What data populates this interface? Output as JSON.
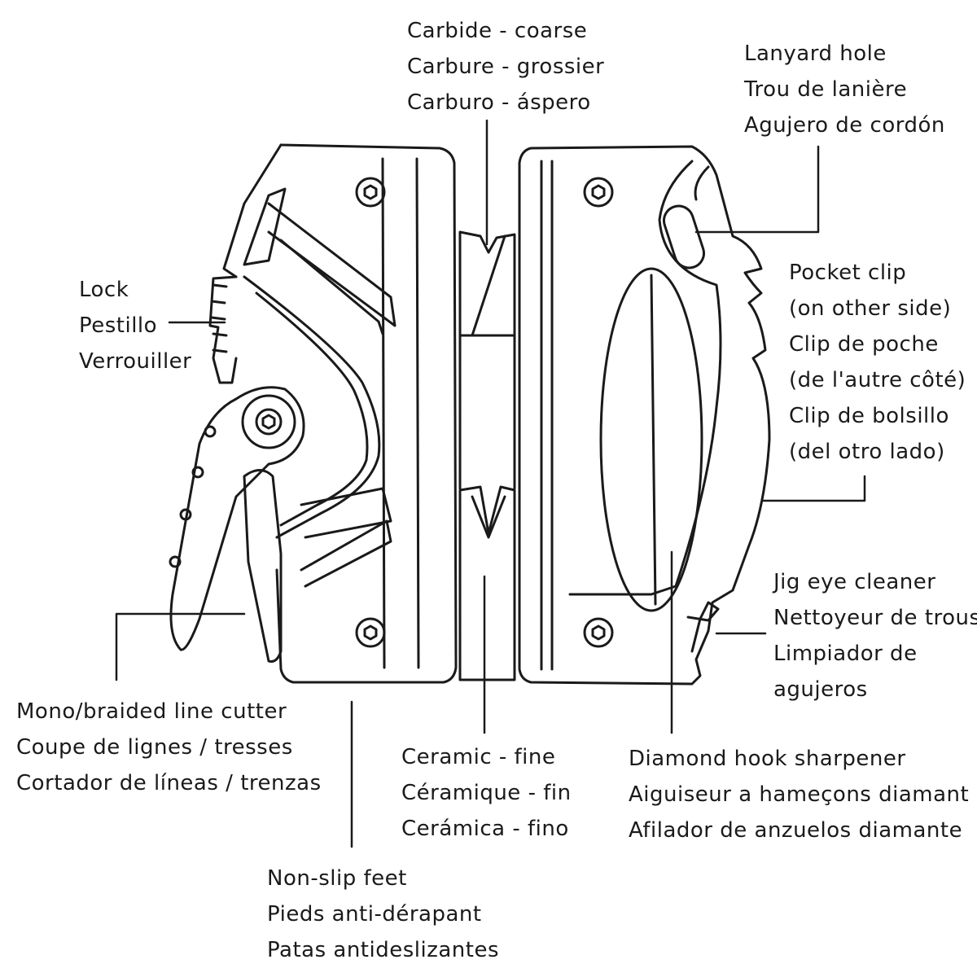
{
  "callouts": {
    "carbide": [
      "Carbide - coarse",
      "Carbure - grossier",
      "Carburo - áspero"
    ],
    "lanyard": [
      "Lanyard hole",
      "Trou de lanière",
      "Agujero de cordón"
    ],
    "lock": [
      "Lock",
      "Pestillo",
      "Verrouiller"
    ],
    "pocket_clip": [
      "Pocket clip",
      "(on other side)",
      "Clip de poche",
      "(de l'autre côté)",
      "Clip de bolsillo",
      "(del otro lado)"
    ],
    "jig_eye": [
      "Jig eye cleaner",
      "Nettoyeur de trous",
      "Limpiador de",
      "agujeros"
    ],
    "line_cutter": [
      "Mono/braided line cutter",
      "Coupe de lignes / tresses",
      "Cortador de líneas / trenzas"
    ],
    "ceramic": [
      "Ceramic - fine",
      "Céramique - fin",
      "Cerámica - fino"
    ],
    "diamond": [
      "Diamond hook sharpener",
      "Aiguiseur a hameçons diamant",
      "Afilador de anzuelos diamante"
    ],
    "feet": [
      "Non-slip feet",
      "Pieds anti-dérapant",
      "Patas antideslizantes"
    ]
  }
}
